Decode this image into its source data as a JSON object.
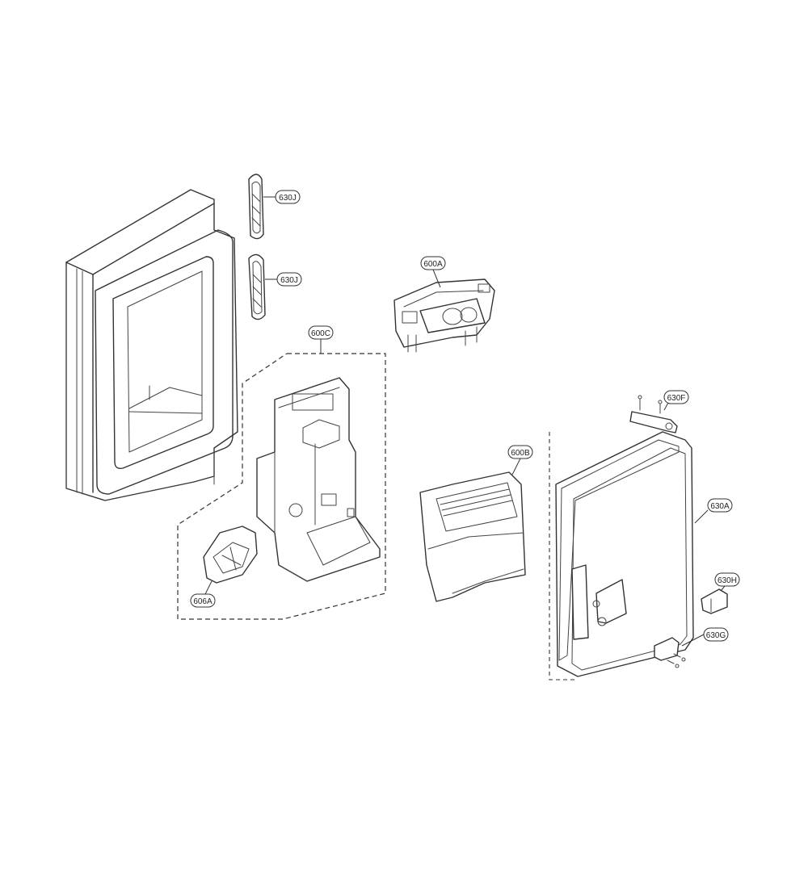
{
  "diagram": {
    "callouts": [
      {
        "id": "c630J-a",
        "label": "630J"
      },
      {
        "id": "c630J-b",
        "label": "630J"
      },
      {
        "id": "c600A",
        "label": "600A"
      },
      {
        "id": "c600C",
        "label": "600C"
      },
      {
        "id": "c630F",
        "label": "630F"
      },
      {
        "id": "c600B",
        "label": "600B"
      },
      {
        "id": "c630A",
        "label": "630A"
      },
      {
        "id": "c630H",
        "label": "630H"
      },
      {
        "id": "c630G",
        "label": "630G"
      },
      {
        "id": "c606A",
        "label": "606A"
      }
    ]
  }
}
